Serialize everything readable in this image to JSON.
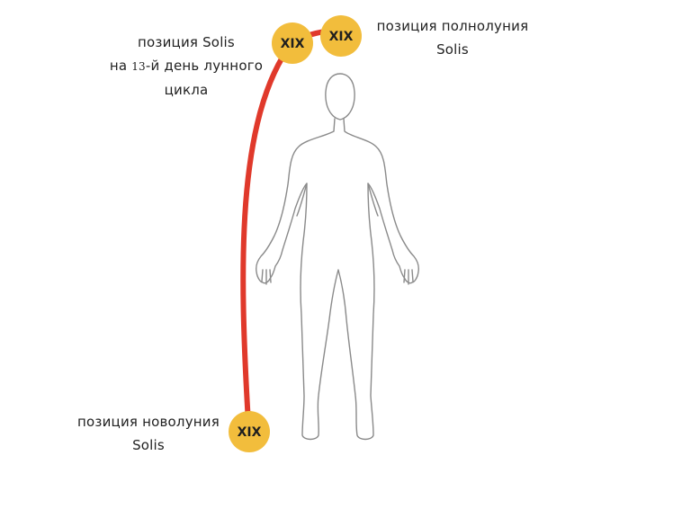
{
  "labels": {
    "day13": {
      "line1": "позиция Solis",
      "line2_prefix": "на ",
      "line2_number": "13",
      "line2_suffix": "-й день лунного",
      "line3": "цикла"
    },
    "full_moon": {
      "line1": "позиция полнолуния",
      "line2": "Solis"
    },
    "new_moon": {
      "line1": "позиция новолуния",
      "line2": "Solis"
    }
  },
  "badges": {
    "day13": "XIX",
    "full_moon": "XIX",
    "new_moon": "XIX"
  },
  "colors": {
    "arc": "#e0392b",
    "badge": "#f2bd3c",
    "figure_outline": "#8a8a8a"
  }
}
